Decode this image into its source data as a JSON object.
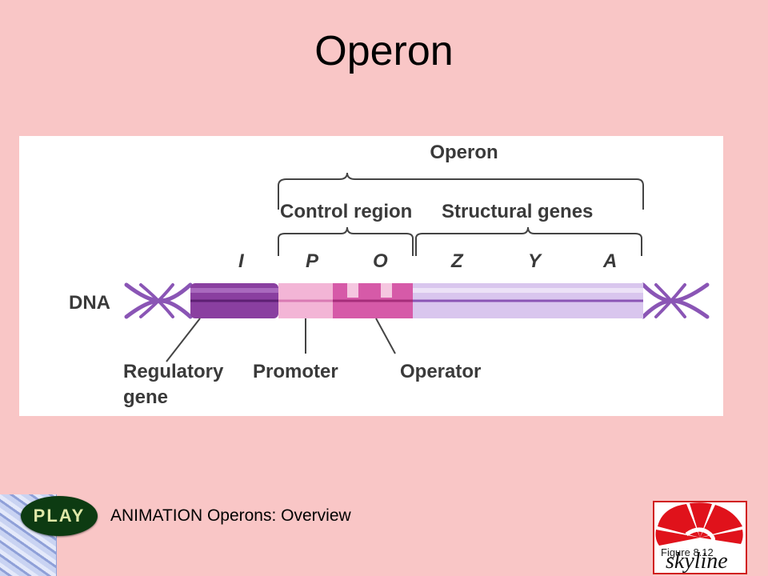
{
  "slide": {
    "title": "Operon"
  },
  "diagram": {
    "labels": {
      "operon": "Operon",
      "control_region": "Control region",
      "structural_genes": "Structural genes",
      "dna": "DNA",
      "regulatory_gene_line1": "Regulatory",
      "regulatory_gene_line2": "gene",
      "promoter": "Promoter",
      "operator": "Operator"
    },
    "gene_letters": {
      "i": "I",
      "p": "P",
      "o": "O",
      "z": "Z",
      "y": "Y",
      "a": "A"
    },
    "colors": {
      "regulatory_gene": "#8a3fa0",
      "promoter": "#f3b5d6",
      "operator": "#d65aa8",
      "structural_genes": "#d9c6ee",
      "helix": "#8a55b5"
    }
  },
  "footer": {
    "play_label": "PLAY",
    "animation_text": "ANIMATION Operons: Overview",
    "figure_caption": "Figure 8.12",
    "logo_text": "skyline"
  }
}
